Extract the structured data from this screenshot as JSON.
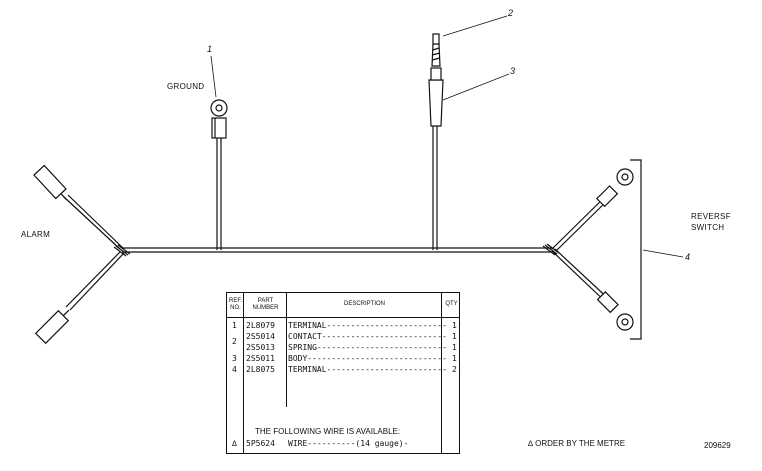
{
  "labels": {
    "ground": "GROUND",
    "alarm": "ALARM",
    "reverse_switch_line1": "REVERSF",
    "reverse_switch_line2": "SWITCH",
    "order_note": "∆ ORDER BY THE METRE",
    "figure_number": "209629"
  },
  "callouts": [
    "1",
    "2",
    "3",
    "4"
  ],
  "table": {
    "headers": {
      "ref_no_line1": "REF.",
      "ref_no_line2": "NO.",
      "part_number_line1": "PART",
      "part_number_line2": "NUMBER",
      "description": "DESCRIPTION",
      "qty": "QTY"
    },
    "rows": [
      {
        "ref": "1",
        "part": "2L8079",
        "desc": "TERMINAL-------------------------",
        "qty": "1"
      },
      {
        "ref": "2",
        "part": "2S5014",
        "desc": "CONTACT--------------------------",
        "qty": "1"
      },
      {
        "ref": "",
        "part": "2S5013",
        "desc": "SPRING---------------------------",
        "qty": "1"
      },
      {
        "ref": "3",
        "part": "2S5011",
        "desc": "BODY-----------------------------",
        "qty": "1"
      },
      {
        "ref": "4",
        "part": "2L8075",
        "desc": "TERMINAL-------------------------",
        "qty": "2"
      }
    ],
    "wire_heading": "THE FOLLOWING WIRE IS AVAILABLE:",
    "wire_row": {
      "ref": "∆",
      "part": "5P5624",
      "desc": "WIRE----------(14 gauge)-",
      "qty": ""
    }
  }
}
